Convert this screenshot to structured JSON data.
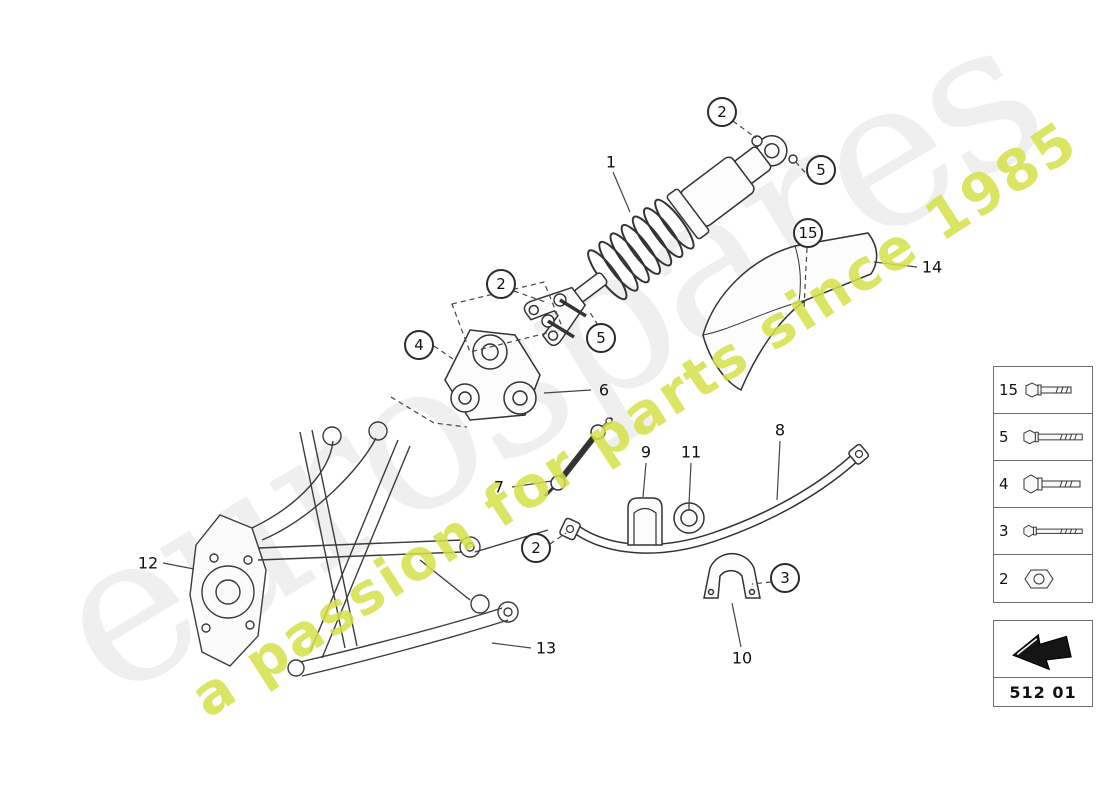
{
  "watermark": {
    "brand": "eurospares",
    "tagline": "a passion for parts since 1985"
  },
  "callouts": {
    "circled": [
      {
        "label": "2"
      },
      {
        "label": "5"
      },
      {
        "label": "15"
      },
      {
        "label": "2"
      },
      {
        "label": "5"
      },
      {
        "label": "4"
      },
      {
        "label": "2"
      },
      {
        "label": "3"
      }
    ],
    "plain": [
      {
        "label": "1"
      },
      {
        "label": "14"
      },
      {
        "label": "6"
      },
      {
        "label": "8"
      },
      {
        "label": "9"
      },
      {
        "label": "11"
      },
      {
        "label": "7"
      },
      {
        "label": "12"
      },
      {
        "label": "13"
      },
      {
        "label": "10"
      }
    ]
  },
  "legend": {
    "items": [
      {
        "label": "15",
        "icon": "bolt-icon"
      },
      {
        "label": "5",
        "icon": "bolt-icon"
      },
      {
        "label": "4",
        "icon": "bolt-icon"
      },
      {
        "label": "3",
        "icon": "bolt-icon"
      },
      {
        "label": "2",
        "icon": "nut-icon"
      }
    ],
    "part_code": "512 01"
  },
  "colors": {
    "line": "#333333",
    "background": "#ffffff",
    "watermark_gray": "#ededed",
    "watermark_yellow": "#d8e254"
  }
}
